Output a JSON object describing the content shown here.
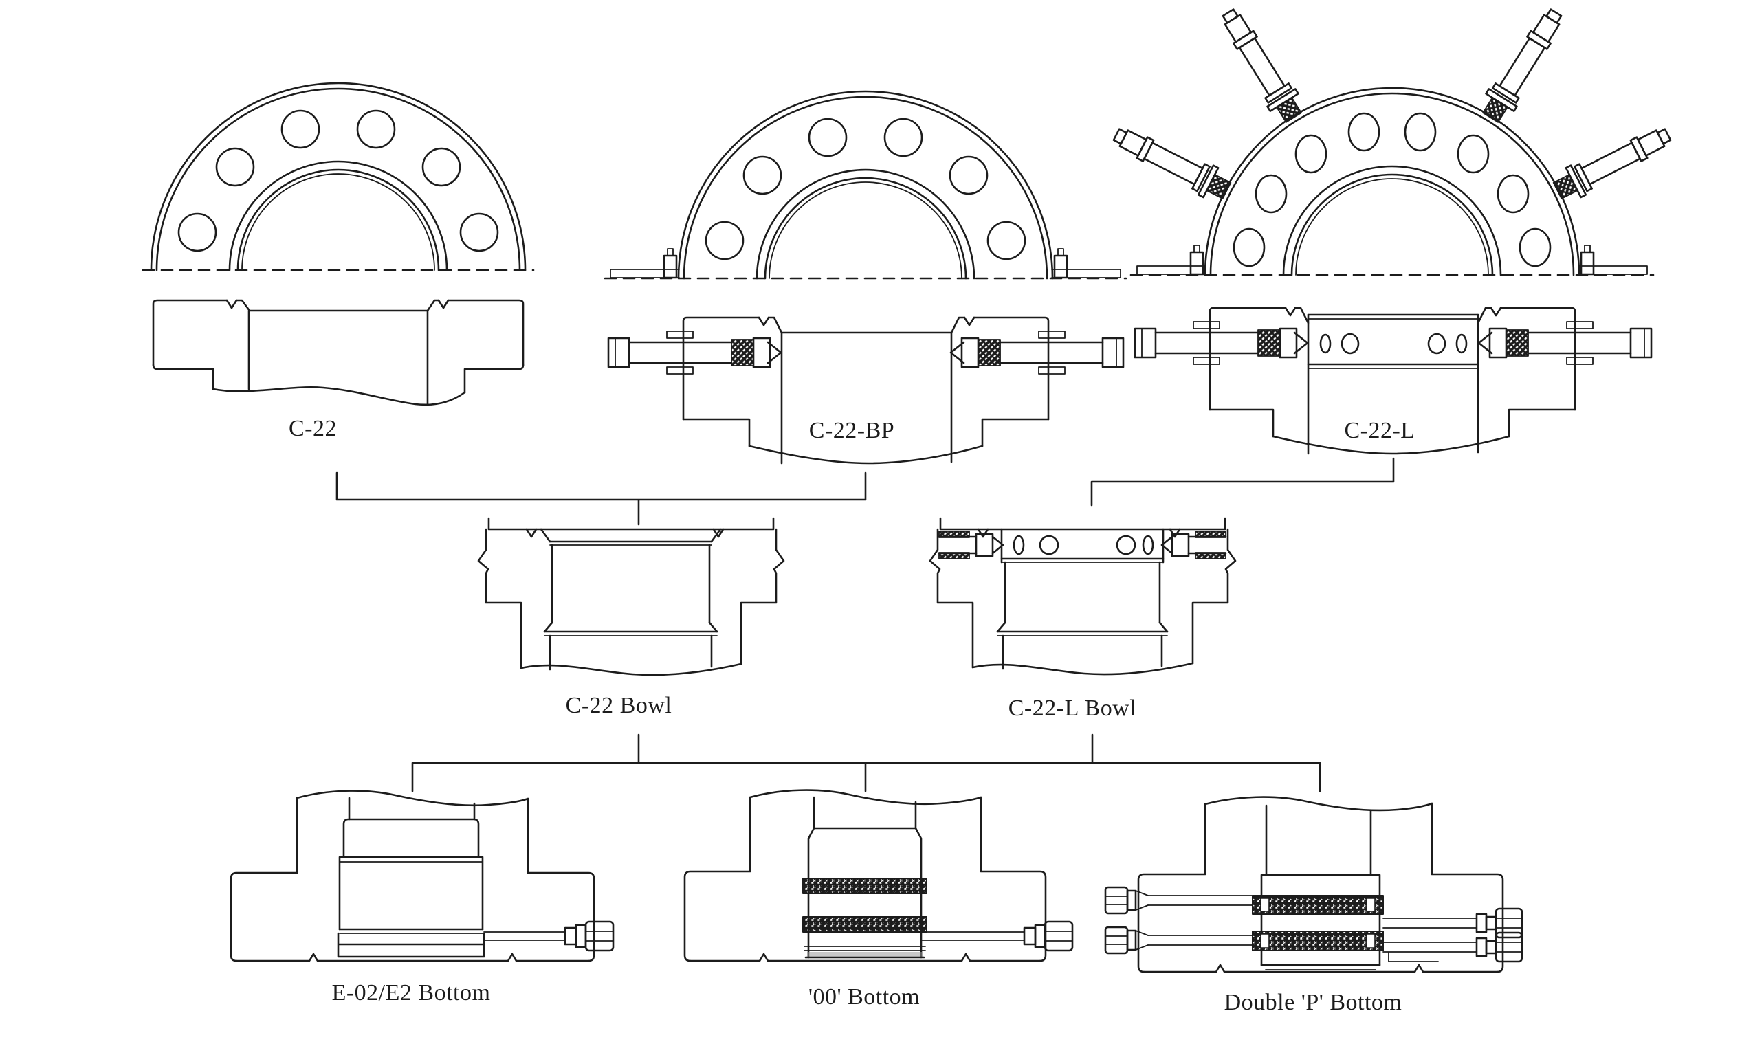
{
  "page": {
    "background": "#ffffff",
    "ink_color": "#1c1c1c",
    "seal_band_color": "#3a3a3a"
  },
  "figures": {
    "c22": {
      "label": "C-22"
    },
    "c22bp": {
      "label": "C-22-BP"
    },
    "c22l": {
      "label": "C-22-L"
    },
    "c22_bowl": {
      "label": "C-22 Bowl"
    },
    "c22l_bowl": {
      "label": "C-22-L Bowl"
    },
    "e02_bottom": {
      "label": "E-02/E2 Bottom"
    },
    "oo_bottom": {
      "label": "'00' Bottom"
    },
    "dp_bottom": {
      "label": "Double 'P' Bottom"
    }
  },
  "hierarchy": [
    {
      "from": [
        "C-22",
        "C-22-BP"
      ],
      "to": "C-22 Bowl"
    },
    {
      "from": [
        "C-22-L"
      ],
      "to": "C-22-L Bowl"
    },
    {
      "from": [
        "C-22 Bowl",
        "C-22-L Bowl"
      ],
      "to": [
        "E-02/E2 Bottom",
        "'00' Bottom",
        "Double 'P' Bottom"
      ]
    }
  ]
}
